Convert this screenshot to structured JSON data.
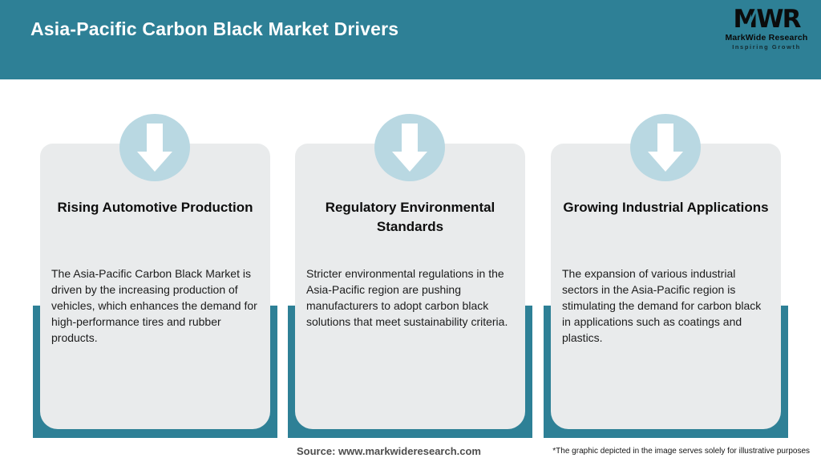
{
  "header": {
    "title": "Asia-Pacific Carbon Black Market Drivers"
  },
  "logo": {
    "monogram": "MWR",
    "name": "MarkWide Research",
    "tagline": "Inspiring Growth"
  },
  "cards": [
    {
      "title": "Rising Automotive Production",
      "description": "The Asia-Pacific Carbon Black Market is driven by the increasing production of vehicles, which enhances the demand for high-performance tires and rubber products."
    },
    {
      "title": "Regulatory Environmental Standards",
      "description": "Stricter environmental regulations in the Asia-Pacific region are pushing manufacturers to adopt carbon black solutions that meet sustainability criteria."
    },
    {
      "title": "Growing Industrial Applications",
      "description": "The expansion of various industrial sectors in the Asia-Pacific region is stimulating the demand for carbon black in applications such as coatings and plastics."
    }
  ],
  "footer": {
    "source": "Source: www.markwideresearch.com",
    "disclaimer": "*The graphic depicted in the image serves solely for illustrative purposes"
  },
  "colors": {
    "header_teal": "#2E8096",
    "circle_blue": "#B9D8E2",
    "card_gray": "#E9EBEC",
    "title_white": "#FFFFFF",
    "logo_black": "#0B0B0B"
  },
  "icons": {
    "arrow": "down-arrow-icon"
  }
}
